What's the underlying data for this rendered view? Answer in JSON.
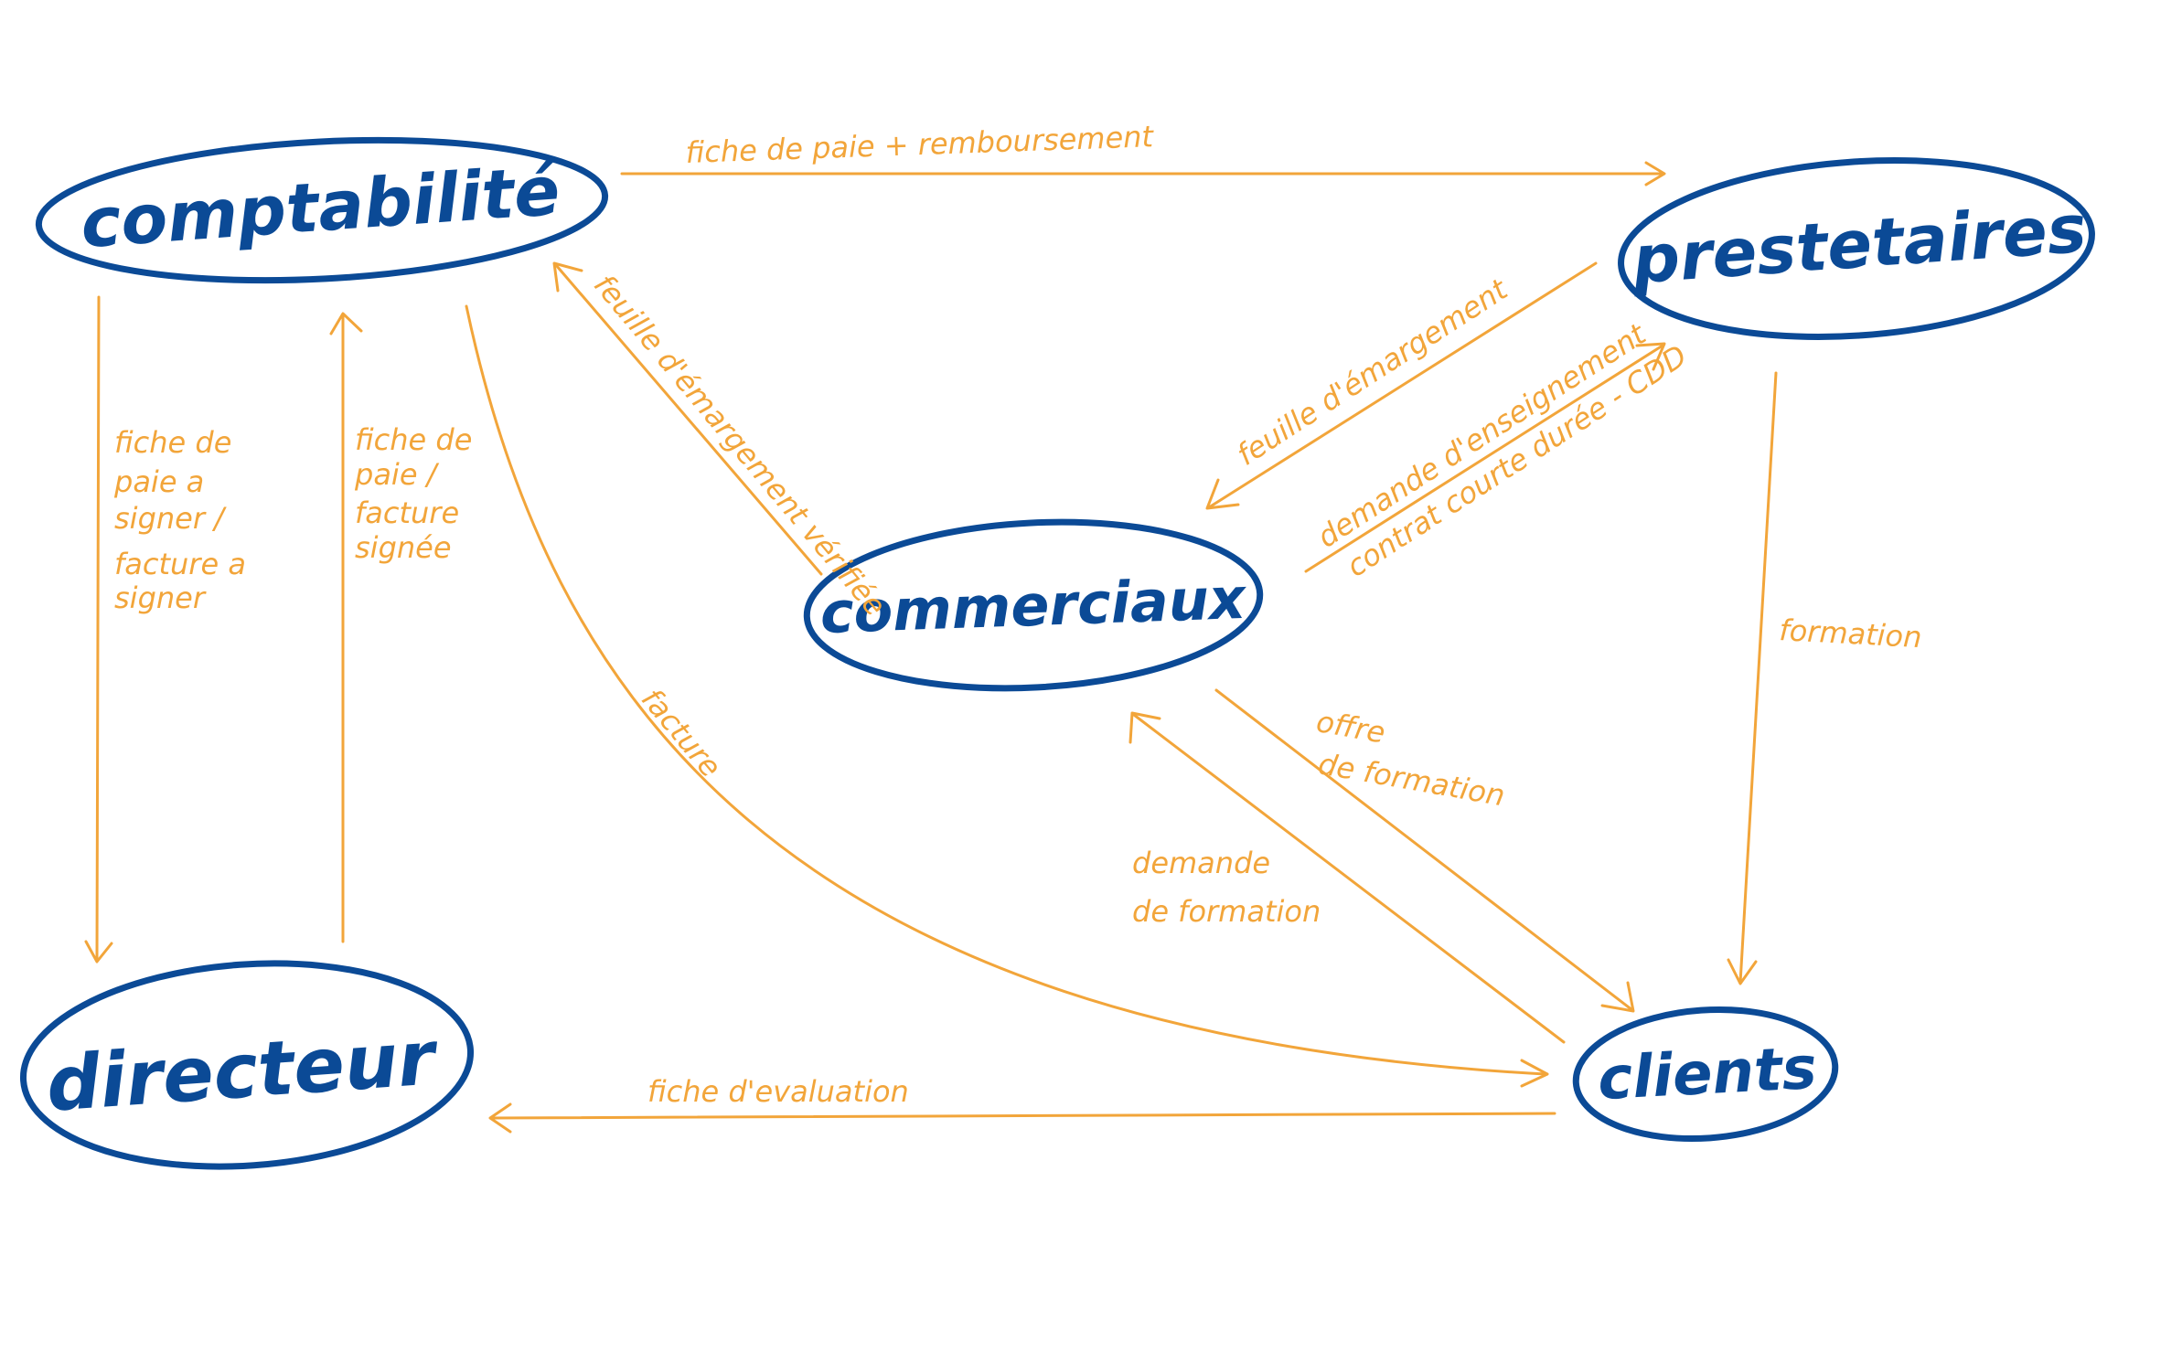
{
  "colors": {
    "node": "#0b4a96",
    "edge": "#f2a53a",
    "background": "#ffffff"
  },
  "nodes": {
    "comptabilite": "comptabilité",
    "prestataires": "prestetaires",
    "commerciaux": "commerciaux",
    "directeur": "directeur",
    "clients": "clients"
  },
  "edges": {
    "fiche_paie_remboursement": "fiche de paie + remboursement",
    "fiche_paie_signer": [
      "fiche de",
      "paie a",
      "signer /",
      "facture a",
      "signer"
    ],
    "fiche_paie_signee": [
      "fiche de",
      "paie /",
      "facture",
      "signée"
    ],
    "feuille_verifiee": "feuille d'émargement vérifiée",
    "feuille_emargement": "feuille d'émargement",
    "demande_enseignement": "demande d'enseignement",
    "contrat_cdd": "contrat courte durée - CDD",
    "facture": "facture",
    "formation": "formation",
    "offre_formation": [
      "offre",
      "de formation"
    ],
    "demande_formation": [
      "demande",
      "de formation"
    ],
    "fiche_evaluation": "fiche d'evaluation"
  }
}
